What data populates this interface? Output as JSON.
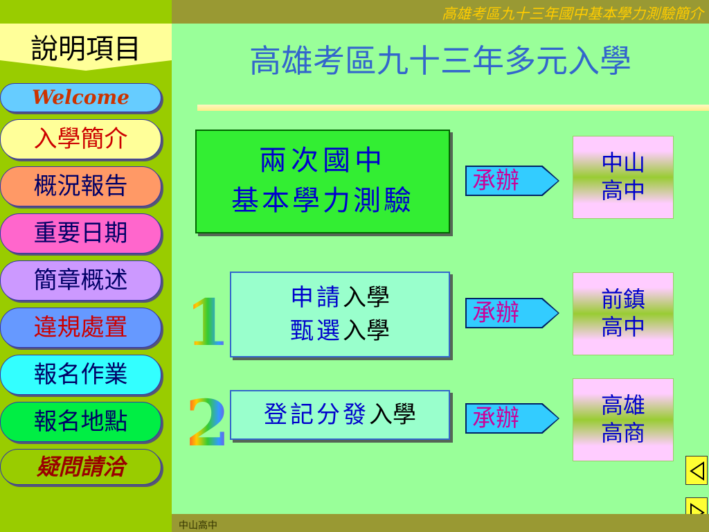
{
  "header": {
    "title": "高雄考區九十三年國中基本學力測驗簡介"
  },
  "menu": {
    "title": "說明項目",
    "items": [
      {
        "label": "Welcome",
        "bg": "#66ccff",
        "color": "#cc3300"
      },
      {
        "label": "入學簡介",
        "bg": "#ffff99",
        "color": "#cc0000"
      },
      {
        "label": "概況報告",
        "bg": "#ff9966",
        "color": "#000066"
      },
      {
        "label": "重要日期",
        "bg": "#ff66cc",
        "color": "#000066"
      },
      {
        "label": "簡章概述",
        "bg": "#cc99ff",
        "color": "#000066"
      },
      {
        "label": "違規處置",
        "bg": "#6699ff",
        "color": "#cc0000"
      },
      {
        "label": "報名作業",
        "bg": "#33ffff",
        "color": "#000066"
      },
      {
        "label": "報名地點",
        "bg": "#00ee44",
        "color": "#000066"
      },
      {
        "label": "疑問請洽",
        "bg": "#99cc00",
        "color": "#990000"
      }
    ]
  },
  "main": {
    "title": "高雄考區九十三年多元入學",
    "exam_box": {
      "line1": "兩次國中",
      "line2": "基本學力測驗"
    },
    "path1": {
      "number": "1",
      "line1_a": "申請",
      "line1_b": "入學",
      "line2_a": "甄選",
      "line2_b": "入學"
    },
    "path2": {
      "number": "2",
      "line_a": "登記分發",
      "line_b": "入學"
    },
    "host_label": "承辦",
    "schools": [
      {
        "line1": "中山",
        "line2": "高中"
      },
      {
        "line1": "前鎮",
        "line2": "高中"
      },
      {
        "line1": "高雄",
        "line2": "高商"
      }
    ]
  },
  "footer": {
    "text": "中山高中"
  },
  "icons": {
    "prev": "triangle-left-icon",
    "next": "triangle-right-icon"
  }
}
